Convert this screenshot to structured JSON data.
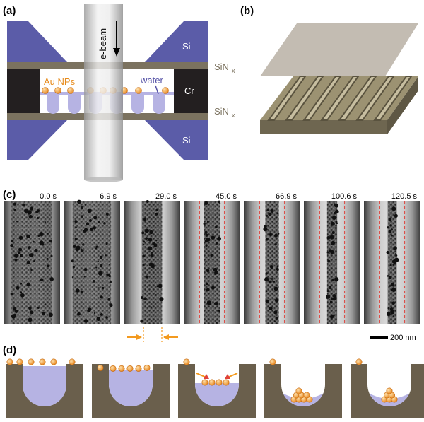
{
  "panel_a": {
    "label": "(a)",
    "beam_label": "e-beam",
    "si_top": "Si",
    "si_bottom": "Si",
    "sinx_top": "SiN",
    "sinx_bottom": "SiN",
    "sinx_sub": "x",
    "cr": "Cr",
    "au_nps": "Au NPs",
    "water": "water"
  },
  "panel_b": {
    "label": "(b)"
  },
  "panel_c": {
    "label": "(c)",
    "times": [
      "0.0 s",
      "6.9 s",
      "29.0 s",
      "45.0 s",
      "66.9 s",
      "100.6 s",
      "120.5 s"
    ],
    "scale_bar": "200 nm"
  },
  "panel_d": {
    "label": "(d)"
  },
  "colors": {
    "si_blue": "#5b5ca8",
    "sinx_brown": "#7b725f",
    "cr_black": "#231f20",
    "water_lilac": "#b6b3e3",
    "au_orange": "#f7a533",
    "substrate": "#6a5f4c",
    "arrow_orange": "#f39a1f"
  }
}
